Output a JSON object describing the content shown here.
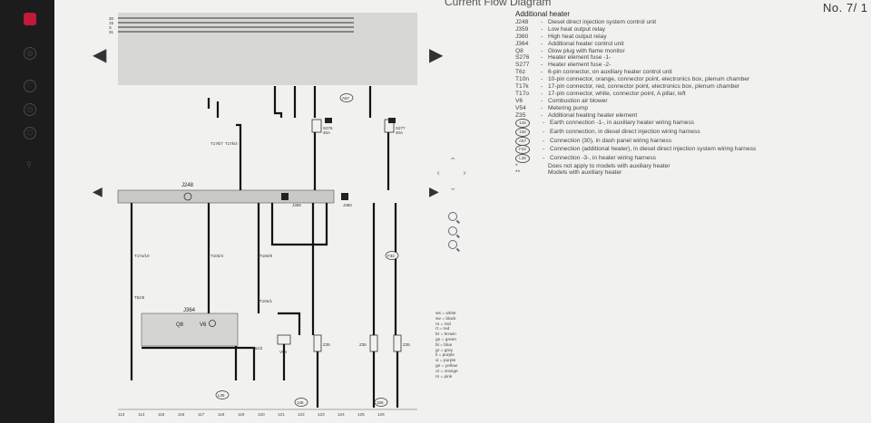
{
  "document": {
    "title": "Current Flow Diagram",
    "page_number": "No.  7/ 1"
  },
  "legend": {
    "title": "Additional heater",
    "components": [
      {
        "code": "J248",
        "desc": "Diesel direct injection system control unit"
      },
      {
        "code": "J359",
        "desc": "Low heat output relay"
      },
      {
        "code": "J360",
        "desc": "High heat output relay"
      },
      {
        "code": "J364",
        "desc": "Additional heater control unit"
      },
      {
        "code": "Q8",
        "desc": "Glow plug with flame monitor"
      },
      {
        "code": "S276",
        "desc": "Heater element fuse -1-"
      },
      {
        "code": "S277",
        "desc": "Heater element fuse -2-"
      },
      {
        "code": "T6z",
        "desc": "6-pin connector, on auxiliary heater control unit"
      },
      {
        "code": "T10n",
        "desc": "10-pin connector, orange, connector point, electronics box, plenum chamber"
      },
      {
        "code": "T17k",
        "desc": "17-pin connector, red, connector point, electronics box, plenum chamber"
      },
      {
        "code": "T17o",
        "desc": "17-pin connector, white, connector point, A pillar, left"
      },
      {
        "code": "V6",
        "desc": "Combustion air blower"
      },
      {
        "code": "V54",
        "desc": "Metering pump"
      },
      {
        "code": "Z35",
        "desc": "Additional heating heater element"
      }
    ],
    "connections": [
      {
        "code": "145",
        "desc": "Earth connection -1-, in auxiliary heater wiring harness"
      },
      {
        "code": "156",
        "desc": "Earth connection, in diesel direct injection wiring harness"
      },
      {
        "code": "A57",
        "desc": "Connection (30), in dash panel wiring harness"
      },
      {
        "code": "F32",
        "desc": "Connection (additional heater), in diesel direct injection system wiring harness"
      },
      {
        "code": "L35",
        "desc": "Connection -3-, in heater wiring harness"
      }
    ],
    "notes": [
      {
        "code": "*",
        "desc": "Does not apply to models with auxiliary heater"
      },
      {
        "code": "**",
        "desc": "Models with auxiliary heater"
      }
    ]
  },
  "colour_key": [
    "ws = white",
    "sw = black",
    "ro = red",
    "rt = red",
    "br = brown",
    "gn = green",
    "bl = blue",
    "gr = grey",
    "li = purple",
    "vi = purple",
    "ge = yellow",
    "or = orange",
    "rs = pink"
  ],
  "diagram": {
    "bus_labels": [
      "30",
      "15",
      "X",
      "31"
    ],
    "components": {
      "j248": "J248",
      "j364": "J364",
      "j359": "J359",
      "j360": "J360",
      "s276": "S276",
      "s277": "S277",
      "s276_rating": "40A",
      "s277_rating": "40A",
      "q8": "Q8",
      "v6": "V6",
      "v54": "V54",
      "z35": "Z35"
    },
    "connectors": [
      "T17k/7",
      "T17k/4",
      "T17o/10",
      "T10n/4",
      "T6z/5",
      "T10n/9",
      "T10n/1",
      "T6z/2"
    ],
    "connection_marks": [
      "A57",
      "F32",
      "L35",
      "145",
      "156"
    ],
    "track_numbers": [
      "113",
      "114",
      "115",
      "116",
      "117",
      "118",
      "119",
      "120",
      "121",
      "122",
      "123",
      "124",
      "125",
      "126"
    ]
  },
  "ui": {
    "icons": [
      "app-icon",
      "settings-icon",
      "heart-icon",
      "history-icon",
      "box-icon",
      "bulb-icon"
    ],
    "colors": {
      "wire": "#111111",
      "screen": "#f1f1ef",
      "rail": "#1c1c1c",
      "app_icon": "#c2183a"
    }
  }
}
